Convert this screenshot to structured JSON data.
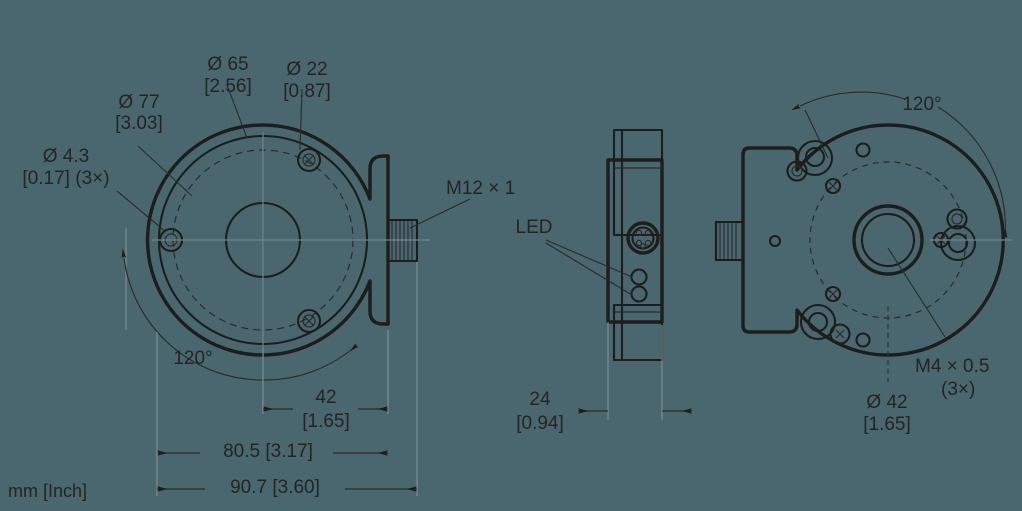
{
  "document": {
    "type": "technical-dimension-drawing",
    "units_note": "mm [Inch]",
    "background_color": "#4a6770",
    "line_color": "#1d1d1d",
    "text_color": "#242424"
  },
  "views": {
    "front": {
      "name": "front-view",
      "labels": {
        "dia_77": "Ø 77",
        "dia_77_inch": "[3.03]",
        "dia_65": "Ø 65",
        "dia_65_inch": "[2.56]",
        "dia_22": "Ø 22",
        "dia_22_inch": "[0.87]",
        "dia_43": "Ø 4.3",
        "dia_43_inch": "[0.17] (3×)",
        "angle_120": "120°",
        "thread_m12": "M12 × 1",
        "dim_42": "42",
        "dim_42_inch": "[1.65]",
        "dim_805": "80.5 [3.17]",
        "dim_907": "90.7 [3.60]"
      }
    },
    "side": {
      "name": "side-view",
      "labels": {
        "led": "LED",
        "dim_24": "24",
        "dim_24_inch": "[0.94]"
      }
    },
    "rear": {
      "name": "rear-view",
      "labels": {
        "angle_120": "120°",
        "thread_m4": "M4 × 0.5",
        "thread_m4_qty": "(3×)",
        "dia_42": "Ø 42",
        "dia_42_inch": "[1.65]"
      }
    }
  },
  "footer": {
    "units": "mm [Inch]"
  }
}
